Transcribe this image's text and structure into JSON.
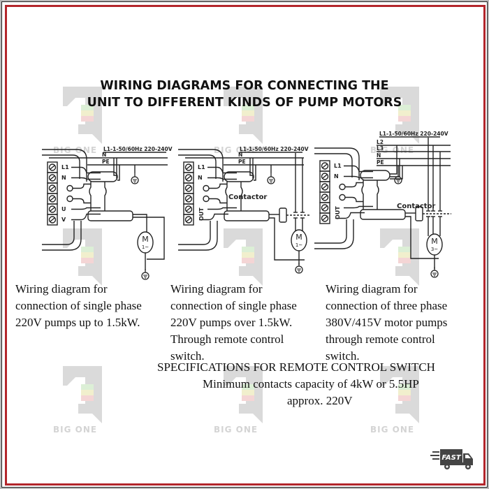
{
  "title": {
    "line1": "WIRING DIAGRAMS FOR CONNECTING THE",
    "line2": "UNIT TO DIFFERENT KINDS OF PUMP MOTORS"
  },
  "watermark": {
    "text": "BIG ONE"
  },
  "diagrams": [
    {
      "supply_label": "L1-1-50/60Hz 220-240V",
      "lines": [
        "N",
        "PE"
      ],
      "terminals": [
        "L1",
        "N",
        "",
        "",
        "U",
        "V"
      ],
      "motor_label": "M",
      "motor_phase": "1~",
      "caption": [
        "Wiring diagram for",
        "connection of single phase",
        "220V pumps up to 1.5kW."
      ]
    },
    {
      "supply_label": "L1-1-50/60Hz 220-240V",
      "lines": [
        "N",
        "PE"
      ],
      "terminals": [
        "L1",
        "N",
        "",
        "",
        "OUT",
        ""
      ],
      "contactor_label": "Contactor",
      "motor_label": "M",
      "motor_phase": "1~",
      "caption": [
        "Wiring diagram for",
        "connection of single phase",
        "220V pumps over 1.5kW.",
        "Through remote control",
        "switch."
      ]
    },
    {
      "supply_label": "L1-1-50/60Hz 220-240V",
      "lines": [
        "L2",
        "L3",
        "N",
        "PE"
      ],
      "terminals": [
        "L1",
        "N",
        "",
        "",
        "OUT",
        ""
      ],
      "contactor_label": "Contactor",
      "motor_label": "M",
      "motor_phase": "3~",
      "caption": [
        "Wiring diagram for",
        "connection of three phase",
        "380V/415V motor pumps",
        "through remote control",
        "switch."
      ]
    }
  ],
  "specs": {
    "heading": "SPECIFICATIONS FOR REMOTE CONTROL SWITCH",
    "line1": "Minimum contacts capacity of 4kW or 5.5HP",
    "line2": "approx. 220V"
  },
  "badge": {
    "text": "FAST",
    "icon": "delivery-truck-icon"
  }
}
